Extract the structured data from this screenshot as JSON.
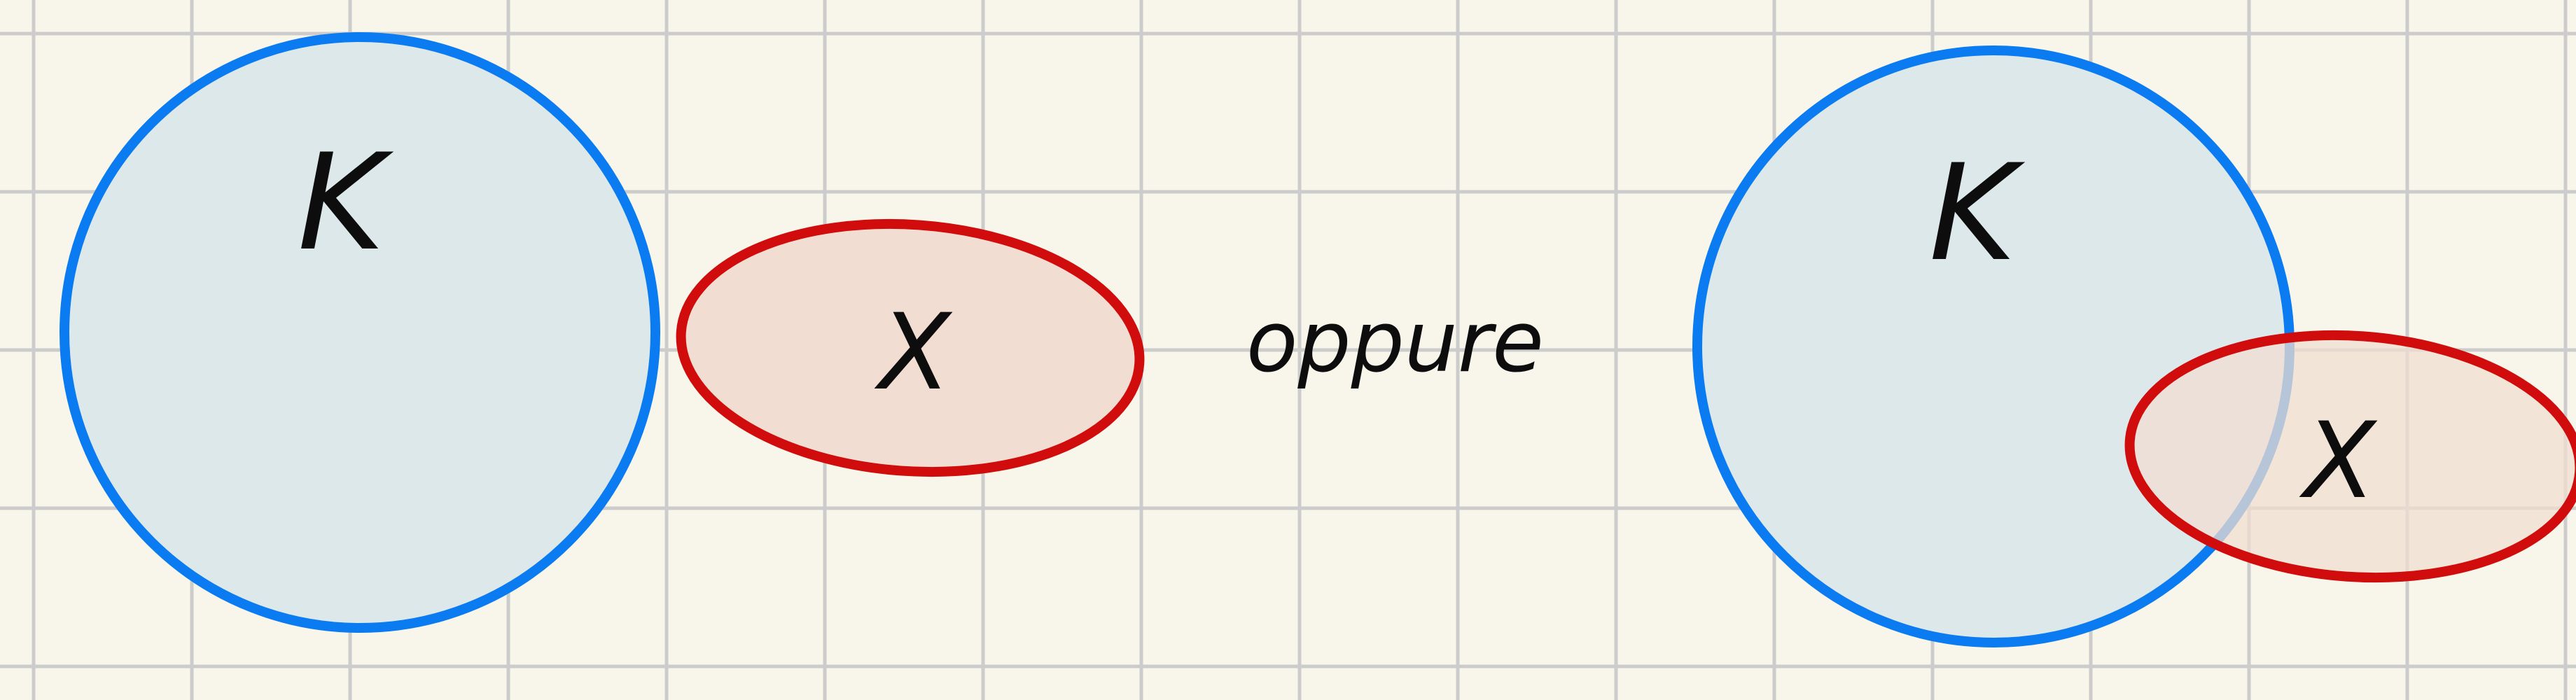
{
  "colors": {
    "background": "#f8f6ea",
    "grid": "#cccccc",
    "set_k_stroke": "#0a7bf0",
    "set_k_fill": "#dce8ea",
    "set_x_stroke": "#d00c0c",
    "set_x_fill": "#f2ddd2",
    "ink": "#0d0d0d"
  },
  "left_diagram": {
    "set_k_label": "K",
    "set_x_label": "X"
  },
  "connector_word": "oppure",
  "right_diagram": {
    "set_k_label": "K",
    "set_x_label": "X"
  }
}
